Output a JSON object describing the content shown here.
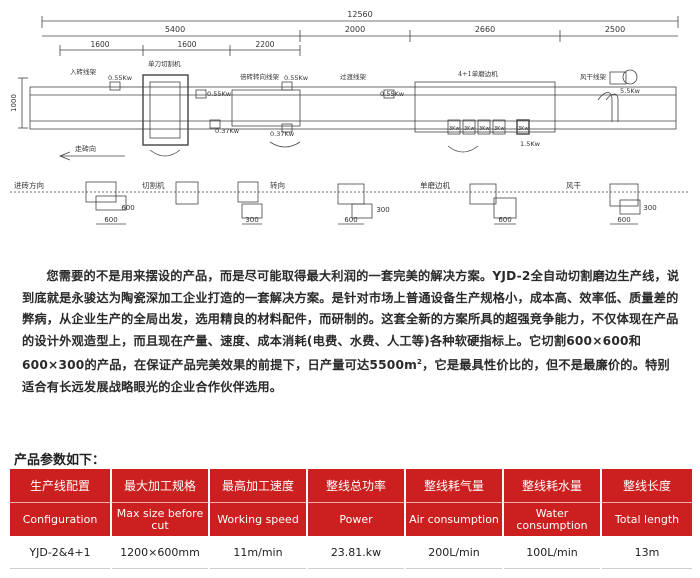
{
  "drawing": {
    "dim_total": "12560",
    "dims_top": [
      "5400",
      "2000",
      "2660",
      "2500"
    ],
    "dims_mid": [
      "1600",
      "1600",
      "2200"
    ],
    "dim_height": "1000",
    "machines": [
      "入砖线架",
      "单刀切割机",
      "倍砖转向线架",
      "过渡线架",
      "4+1单磨边机",
      "风干线架"
    ],
    "power": [
      "0.55Kw",
      "0.55Kw",
      "0.55Kw",
      "0.55Kw",
      "0.37Kw",
      "0.37Kw",
      "5.5Kw",
      "1.5Kw"
    ],
    "motor_small": [
      "3Kw",
      "3Kw",
      "3Kw",
      "3Kw",
      "3Kw"
    ],
    "direction": "走砖向",
    "flow": [
      "进砖方向",
      "切割机",
      "转向",
      "单磨边机",
      "风干"
    ],
    "tile_dims": [
      "600",
      "300",
      "600",
      "300",
      "600",
      "600",
      "300",
      "600"
    ]
  },
  "description": {
    "text_before_sup": "您需要的不是用来摆设的产品，而是尽可能取得最大利润的一套完美的解决方案。YJD-2全自动切割磨边生产线，说到底就是永骏达为陶瓷深加工企业打造的一套解决方案。是针对市场上普通设备生产规格小，成本高、效率低、质量差的弊病，从企业生产的全局出发，选用精良的材料配件，而研制的。这套全新的方案所具的超强竞争能力，不仅体现在产品的设计外观造型上，而且现在产量、速度、成本消耗(电费、水费、人工等)各种软硬指标上。它切割600×600和600×300的产品，在保证产品完美效果的前提下，日产量可达5500m",
    "sup": "2",
    "text_after_sup": "，它是最具性价比的，但不是最廉价的。特别适合有长远发展战略眼光的企业合作伙伴选用。"
  },
  "params": {
    "title": "产品参数如下：",
    "headers_cn": [
      "生产线配置",
      "最大加工规格",
      "最高加工速度",
      "整线总功率",
      "整线耗气量",
      "整线耗水量",
      "整线长度"
    ],
    "headers_en": [
      "Configuration",
      "Max size before cut",
      "Working speed",
      "Power",
      "Air consumption",
      "Water consumption",
      "Total length"
    ],
    "values": [
      "YJD-2&4+1",
      "1200×600mm",
      "11m/min",
      "23.81.kw",
      "200L/min",
      "100L/min",
      "13m"
    ]
  },
  "colors": {
    "header_red": "#cc1f1f"
  }
}
